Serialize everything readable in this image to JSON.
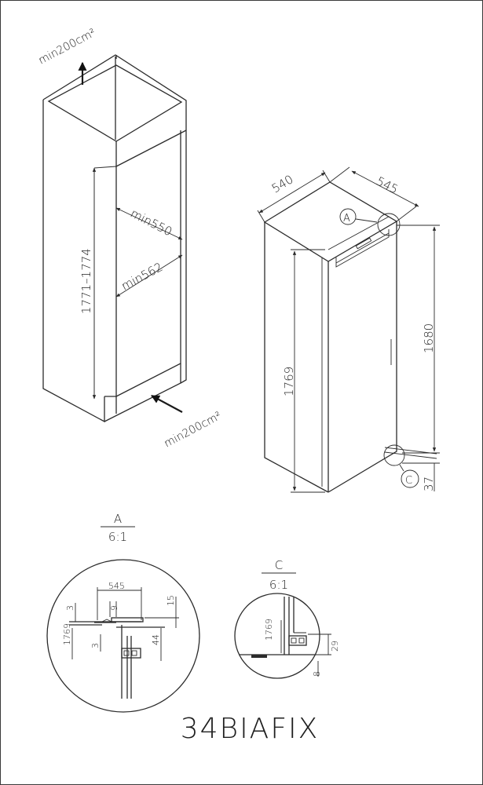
{
  "model": "34BIAFIX",
  "niche": {
    "vent_top": "min200cm²",
    "vent_bottom": "min200cm²",
    "height": "1771–1774",
    "depth": "min550",
    "width": "min562"
  },
  "appliance": {
    "width": "540",
    "depth": "545",
    "height": "1769",
    "door_height": "1680",
    "bottom_gap": "37",
    "callout_a": "A",
    "callout_c": "C"
  },
  "detail_a": {
    "label": "A",
    "scale": "6:1",
    "dim_545": "545",
    "dim_9": "9",
    "dim_15": "15",
    "dim_3_top": "3",
    "dim_3_bottom": "3",
    "dim_1769": "1769",
    "dim_44": "44"
  },
  "detail_c": {
    "label": "C",
    "scale": "6:1",
    "dim_1769": "1769",
    "dim_29": "29",
    "dim_8": "8"
  }
}
